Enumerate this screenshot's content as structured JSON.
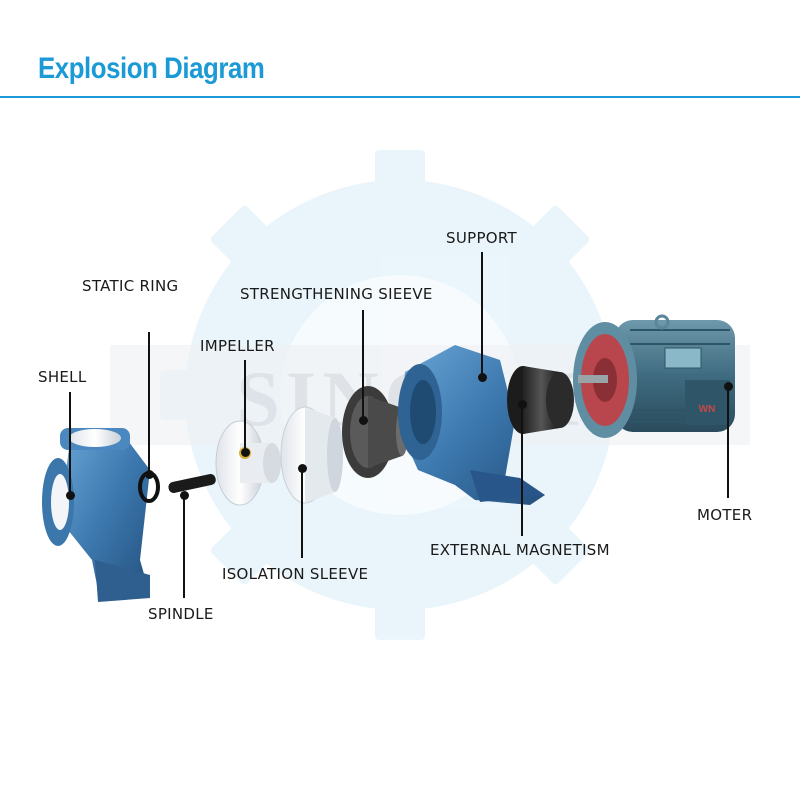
{
  "title": "Explosion Diagram",
  "watermark": "SINOAIF",
  "colors": {
    "accent": "#1b9ad6",
    "pump_body": "#3d7bb0",
    "liner": "#eef2f6",
    "motor": "#3f6d82",
    "motor_face": "#c1474b"
  },
  "labels": {
    "shell": "SHELL",
    "static_ring": "STATIC RING",
    "impeller": "IMPELLER",
    "strengthening_sleeve": "STRENGTHENING SIEEVE",
    "support": "SUPPORT",
    "moter": "MOTER",
    "external_magnetism": "EXTERNAL MAGNETISM",
    "isolation_sleeve": "ISOLATION SLEEVE",
    "spindle": "SPINDLE"
  }
}
